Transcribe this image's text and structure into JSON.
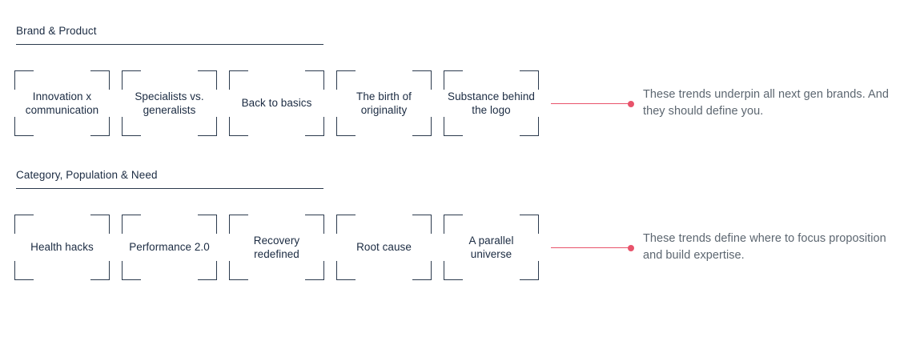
{
  "colors": {
    "card_border": "#2b3a4d",
    "card_label": "#1b2b42",
    "section_title": "#1b2b42",
    "section_rule": "#2b3a4d",
    "connector": "#e8536b",
    "annotation_text": "#5c6670",
    "background": "#ffffff"
  },
  "sections": [
    {
      "title": "Brand & Product",
      "cards": [
        {
          "label": "Innovation x communication"
        },
        {
          "label": "Specialists vs. generalists"
        },
        {
          "label": "Back to basics"
        },
        {
          "label": "The birth of originality"
        },
        {
          "label": "Substance behind the logo"
        }
      ],
      "annotation": "These trends underpin all next gen brands. And they should define you."
    },
    {
      "title": "Category, Population & Need",
      "cards": [
        {
          "label": "Health hacks"
        },
        {
          "label": "Performance 2.0"
        },
        {
          "label": "Recovery redefined"
        },
        {
          "label": "Root cause"
        },
        {
          "label": "A parallel universe"
        }
      ],
      "annotation": "These trends define where to focus proposition and build expertise."
    }
  ]
}
